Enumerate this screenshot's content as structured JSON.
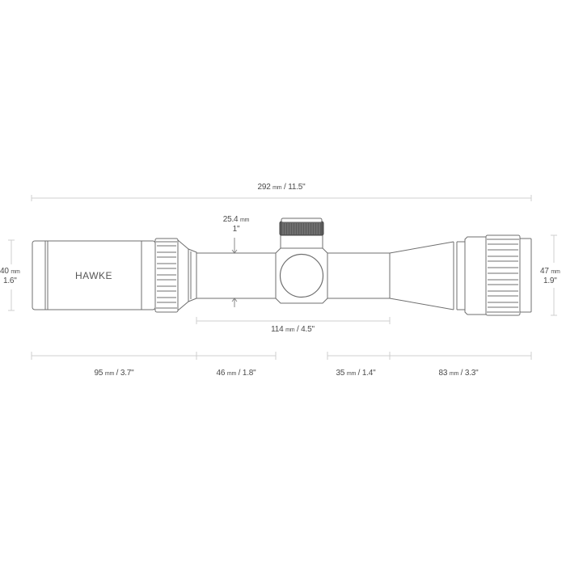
{
  "diagram": {
    "subject": "Hawke riflescope dimensional drawing",
    "brand_label": "HAWKE",
    "line_color": "#6f6f6f",
    "dim_line_color": "#cfcfcf",
    "text_color": "#4a4a4a",
    "knurl_dark": "#555555"
  },
  "dimensions": {
    "overall_length": {
      "mm": "292",
      "unit_mm": "mm",
      "inch": "11.5\"",
      "sep": "/"
    },
    "tube_diameter": {
      "mm": "25.4",
      "unit_mm": "mm",
      "inch": "1\""
    },
    "eyepiece_diameter": {
      "mm": "40",
      "unit_mm": "mm",
      "inch": "1.6\""
    },
    "objective_diameter": {
      "mm": "47",
      "unit_mm": "mm",
      "inch": "1.9\""
    },
    "mount_length": {
      "mm": "114",
      "unit_mm": "mm",
      "inch": "4.5\"",
      "sep": "/"
    },
    "eyepiece_length": {
      "mm": "95",
      "unit_mm": "mm",
      "inch": "3.7\"",
      "sep": "/"
    },
    "rear_tube_length": {
      "mm": "46",
      "unit_mm": "mm",
      "inch": "1.8\"",
      "sep": "/"
    },
    "front_tube_length": {
      "mm": "35",
      "unit_mm": "mm",
      "inch": "1.4\"",
      "sep": "/"
    },
    "objective_length": {
      "mm": "83",
      "unit_mm": "mm",
      "inch": "3.3\"",
      "sep": "/"
    }
  }
}
